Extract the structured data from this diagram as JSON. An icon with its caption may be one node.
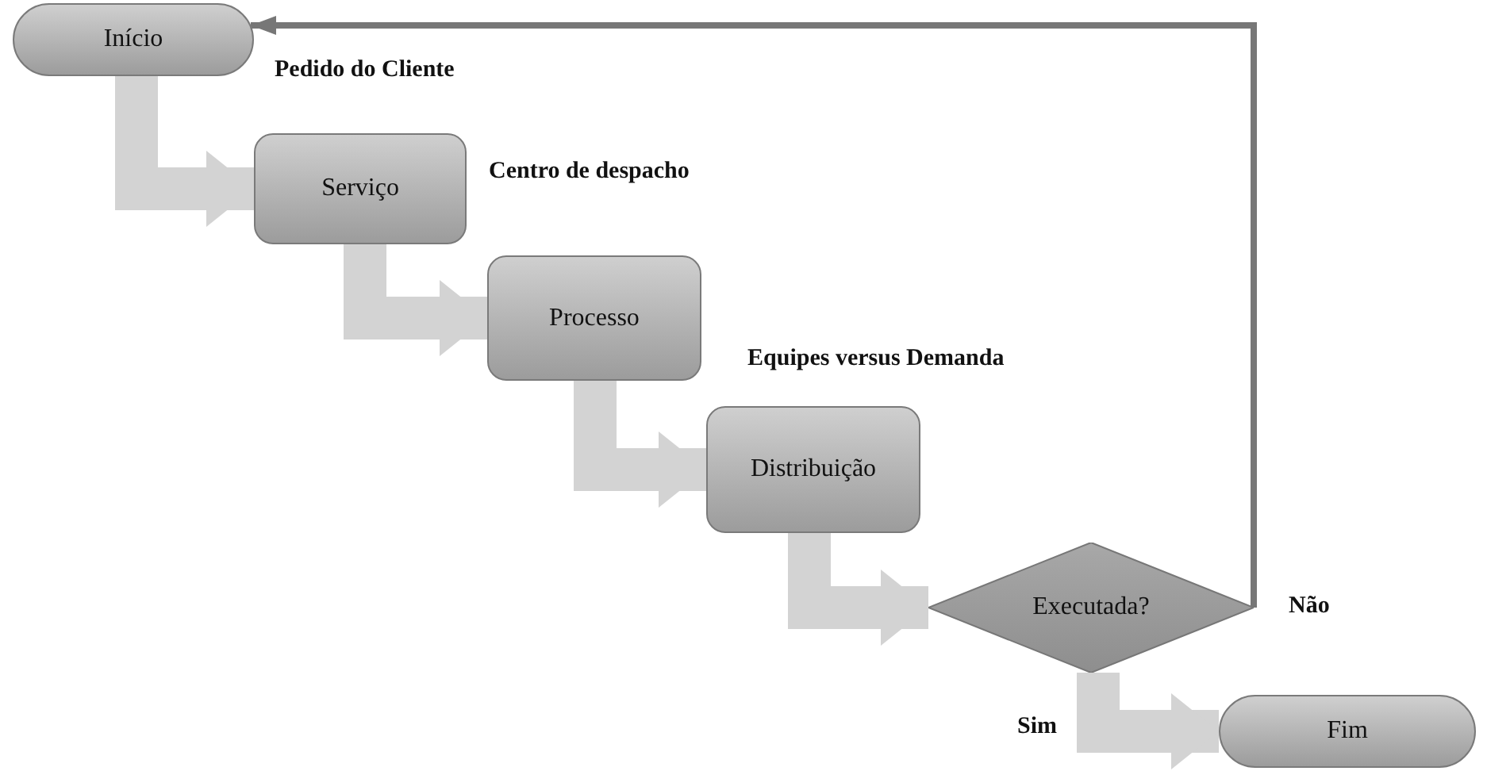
{
  "diagram": {
    "nodes": [
      {
        "text": [
          "Início"
        ],
        "beside": [
          "Pedido do Cliente"
        ]
      },
      {
        "text": [
          "Serviço"
        ],
        "beside": [
          "Centro de despacho"
        ]
      },
      {
        "text": [
          "Processo"
        ],
        "beside": [
          "Equipes versus Demanda"
        ]
      },
      {
        "text": [
          "Distribuição"
        ]
      },
      {
        "text": [
          "Executada?"
        ]
      },
      {
        "text": [
          "Fim"
        ]
      }
    ],
    "edges": [
      {
        "from": 0,
        "to": 1,
        "arrow": "to"
      },
      {
        "from": 1,
        "to": 2,
        "arrow": "to"
      },
      {
        "from": 2,
        "to": 3,
        "arrow": "to"
      },
      {
        "from": 3,
        "to": 4,
        "arrow": "to"
      },
      {
        "from": 4,
        "to": 5,
        "arrow": "to",
        "label": "Sim"
      },
      {
        "from": 4,
        "to": 0,
        "arrow": "to",
        "label": "Não",
        "color": "#777777"
      }
    ]
  }
}
